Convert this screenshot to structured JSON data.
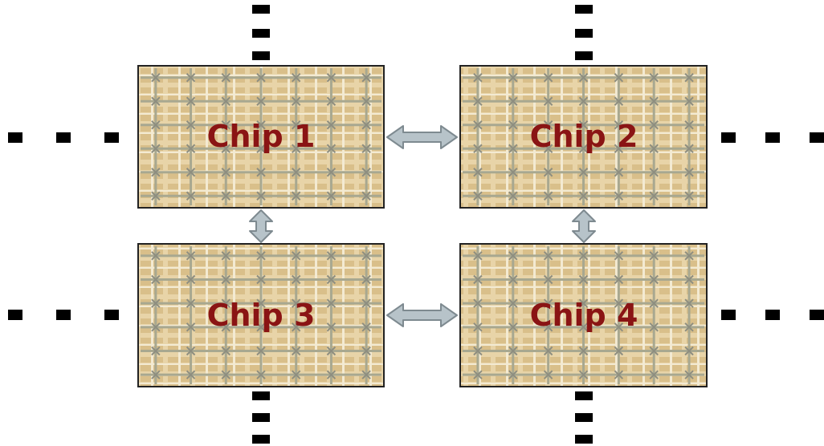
{
  "chips": [
    {
      "id": "chip-1",
      "label": "Chip 1"
    },
    {
      "id": "chip-2",
      "label": "Chip 2"
    },
    {
      "id": "chip-3",
      "label": "Chip 3"
    },
    {
      "id": "chip-4",
      "label": "Chip 4"
    }
  ],
  "links": [
    {
      "from": "chip-1",
      "to": "chip-2",
      "type": "bidirectional"
    },
    {
      "from": "chip-1",
      "to": "chip-3",
      "type": "bidirectional"
    },
    {
      "from": "chip-3",
      "to": "chip-4",
      "type": "bidirectional"
    },
    {
      "from": "chip-2",
      "to": "chip-4",
      "type": "bidirectional"
    }
  ],
  "continuation_marker": "dotted-line-ellipsis",
  "colors": {
    "background": "#ffffff",
    "chip_fill": "#e8d4a8",
    "chip_border": "#222222",
    "grid_line": "#a8a890",
    "grid_node": "#8e8e80",
    "grid_highlight": "#f3ead2",
    "label": "#8a1414",
    "arrow_fill": "#b7c3c9",
    "arrow_stroke": "#7e8a90",
    "continuation_dash": "#000000"
  }
}
